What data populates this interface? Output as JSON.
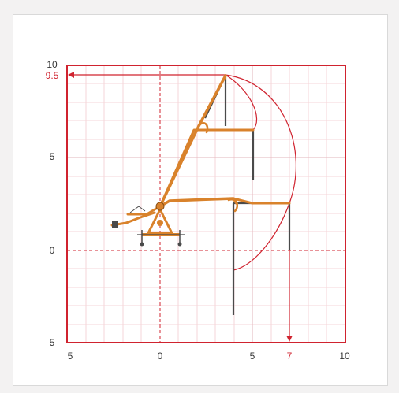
{
  "diagram": {
    "colors": {
      "frame": "#d0232f",
      "grid": "#f0c8cd",
      "boom": "#d9822b",
      "mast": "#4a4a4a",
      "reach": "#d0232f"
    },
    "axis_labels": {
      "y_top": "10",
      "y_max_reach": "9.5",
      "y_mid": "5",
      "y_zero": "0",
      "y_bottom": "5",
      "x_left": "5",
      "x_zero": "0",
      "x_mid": "5",
      "x_max_reach": "7",
      "x_right": "10"
    }
  }
}
